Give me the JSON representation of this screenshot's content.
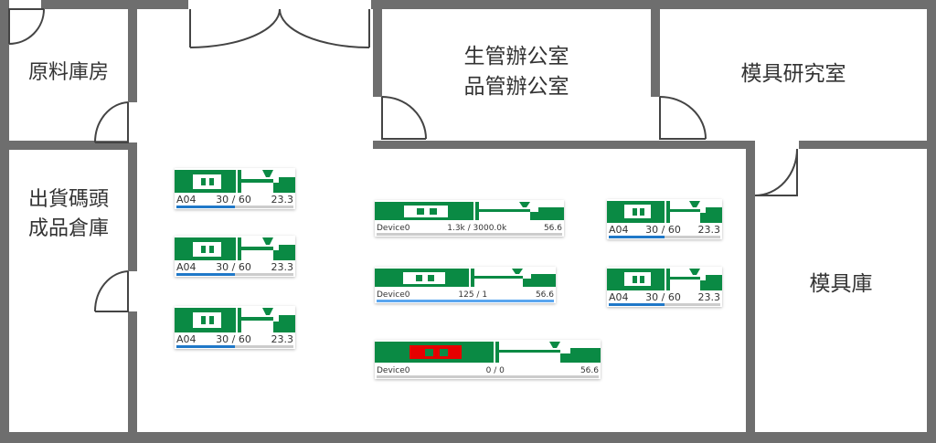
{
  "rooms": [
    {
      "id": "raw",
      "lines": [
        "原料庫房"
      ]
    },
    {
      "id": "ship",
      "lines": [
        "出貨碼頭",
        "成品倉庫"
      ]
    },
    {
      "id": "office",
      "lines": [
        "生管辦公室",
        "品管辦公室"
      ]
    },
    {
      "id": "mold-lab",
      "lines": [
        "模具研究室"
      ]
    },
    {
      "id": "mold-store",
      "lines": [
        "模具庫"
      ]
    }
  ],
  "machines": [
    {
      "name": "A04",
      "count": "30 / 60",
      "value": "23.3",
      "progress": 0.5,
      "status": "normal"
    },
    {
      "name": "A04",
      "count": "30 / 60",
      "value": "23.3",
      "progress": 0.5,
      "status": "normal"
    },
    {
      "name": "A04",
      "count": "30 / 60",
      "value": "23.3",
      "progress": 0.5,
      "status": "normal"
    },
    {
      "name": "Device0",
      "count": "1.3k / 3000.0k",
      "value": "56.6",
      "progress": 0.0,
      "status": "normal"
    },
    {
      "name": "Device0",
      "count": "125 / 1",
      "value": "56.6",
      "progress": 1.0,
      "status": "normal"
    },
    {
      "name": "Device0",
      "count": "0 / 0",
      "value": "56.6",
      "progress": 0.0,
      "status": "alarm"
    },
    {
      "name": "A04",
      "count": "30 / 60",
      "value": "23.3",
      "progress": 0.5,
      "status": "normal"
    },
    {
      "name": "A04",
      "count": "30 / 60",
      "value": "23.3",
      "progress": 0.5,
      "status": "normal"
    }
  ],
  "colors": {
    "wall": "#6e6e6e",
    "machine_body": "#0a8a44",
    "mold_alarm": "#e60000",
    "progress_fill_a": "#1f78c8",
    "progress_fill_b": "#5aa6ef",
    "progress_track": "#cccccc"
  }
}
